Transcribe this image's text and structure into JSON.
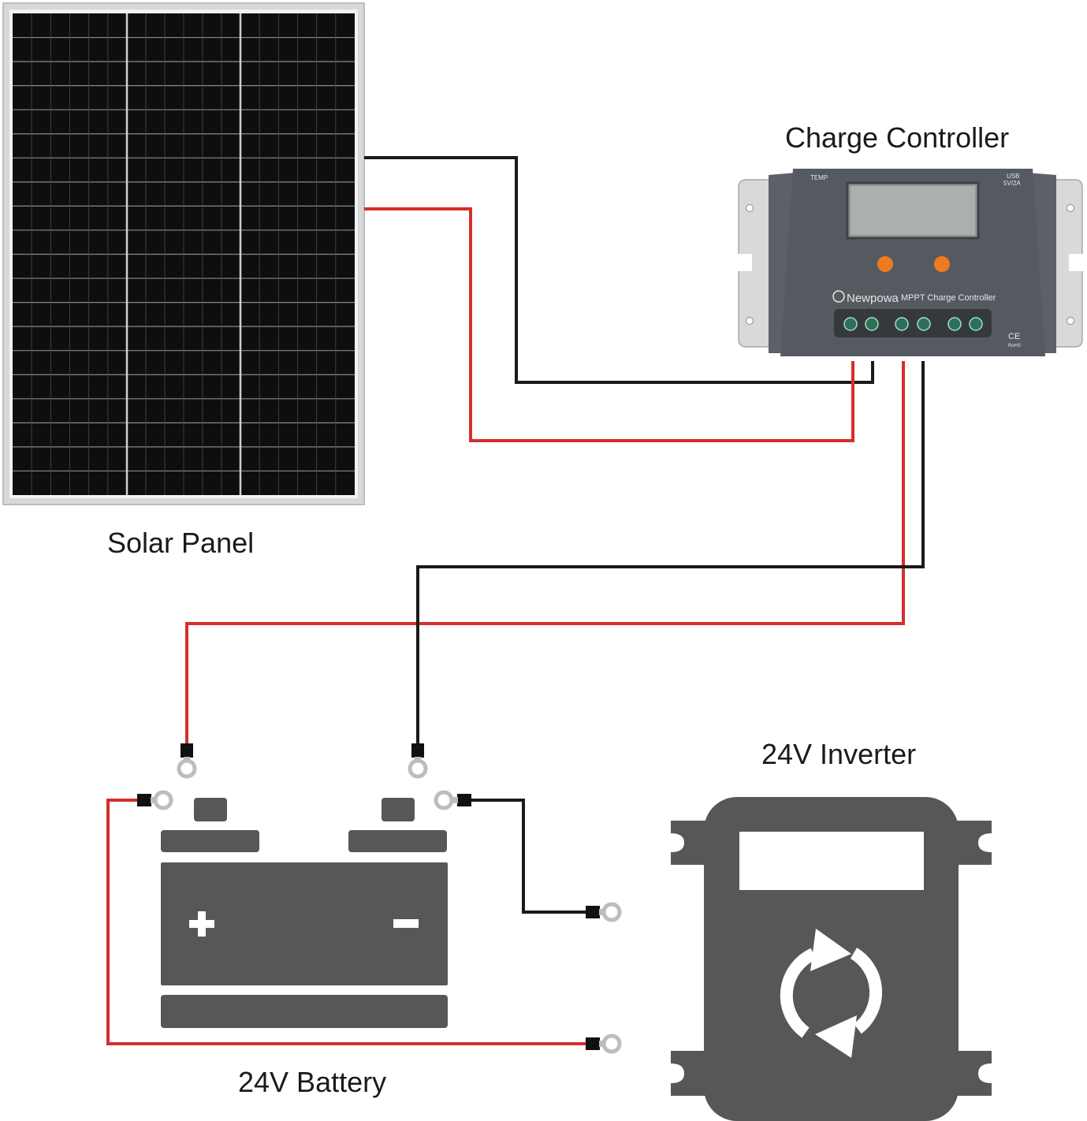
{
  "labels": {
    "solar_panel": "Solar Panel",
    "charge_controller": "Charge Controller",
    "battery": "24V Battery",
    "inverter": "24V Inverter"
  },
  "controller": {
    "brand": "Newpowa",
    "model": "MPPT Charge Controller",
    "temp": "TEMP",
    "usb_line1": "USB",
    "usb_line2": "5V/2A",
    "ce": "CE",
    "rohs": "RoHS"
  },
  "battery_symbols": {
    "plus": "+",
    "minus": "−"
  },
  "colors": {
    "wire_red": "#d62e2e",
    "wire_black": "#1a1a1a",
    "device_gray": "#575757",
    "panel_frame": "#cfcfcf",
    "panel_cell": "#111111",
    "controller_body": "#5a6066",
    "knob_orange": "#f07a20"
  },
  "icons": {
    "inverter_cycle": "cycle-arrows-icon",
    "ring_terminal": "ring-terminal-icon"
  }
}
